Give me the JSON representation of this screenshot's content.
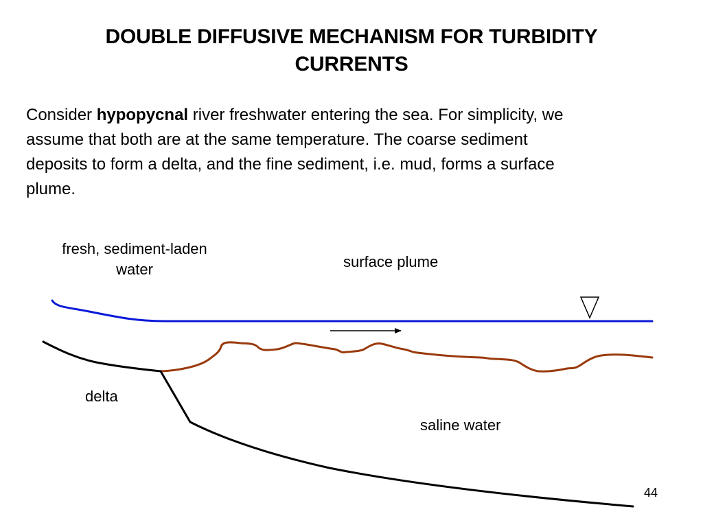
{
  "slide": {
    "title_line1": "DOUBLE DIFFUSIVE MECHANISM FOR TURBIDITY",
    "title_line2": "CURRENTS",
    "body": {
      "line1_before": "Consider ",
      "line1_bold": "hypopycnal",
      "line1_after": " river freshwater entering the sea.  For simplicity, we",
      "line2": "assume that both are at the same temperature.  The coarse sediment",
      "line3": "deposits to form a delta, and the fine sediment, i.e. mud, forms a surface",
      "line4": "plume."
    },
    "page_number": "44"
  },
  "diagram": {
    "labels": {
      "fresh_line1": "fresh, sediment-laden",
      "fresh_line2": "water",
      "surface_plume": "surface plume",
      "delta": "delta",
      "saline_water": "saline water"
    },
    "colors": {
      "water_surface": "#0a1ad8",
      "plume_boundary": "#9a3a0c",
      "seabed": "#000000"
    },
    "icons": [
      "water-level-triangle-icon",
      "flow-direction-arrow-icon"
    ]
  }
}
